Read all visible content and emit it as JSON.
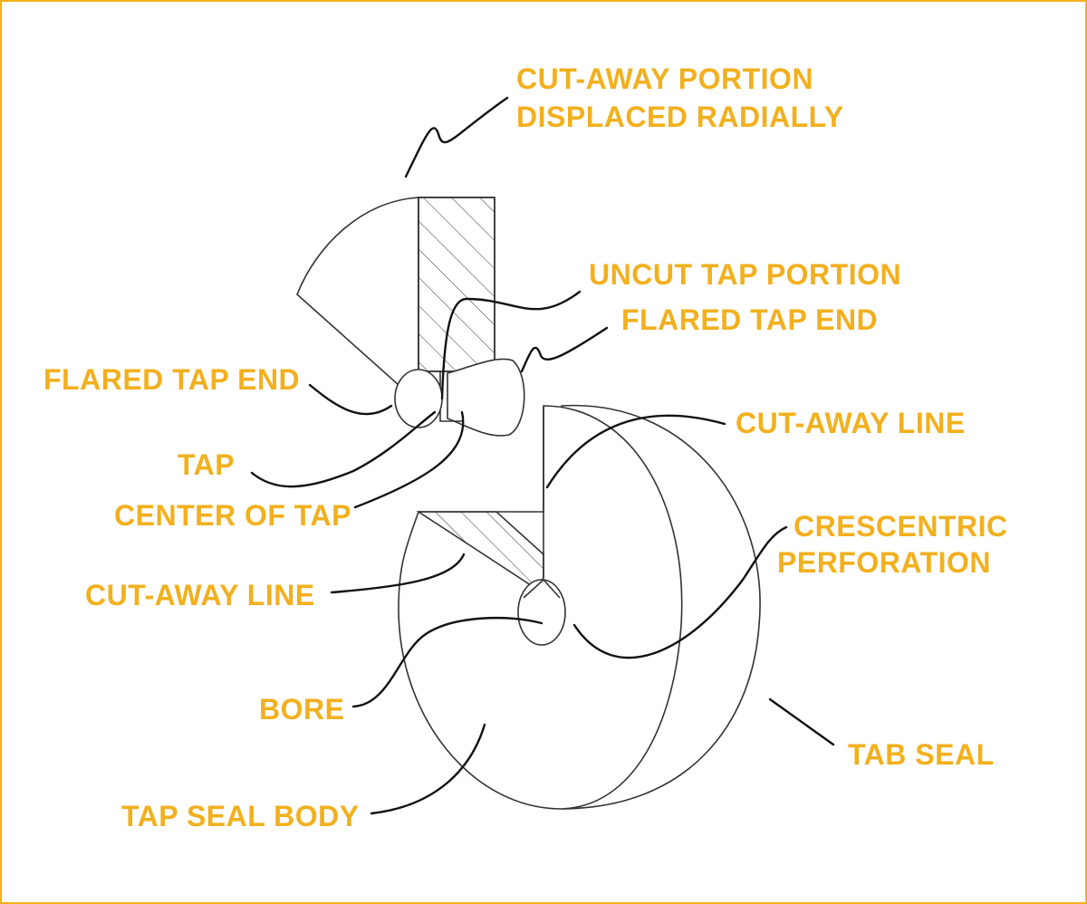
{
  "accent_color": "#f2b01e",
  "line_color": "#333333",
  "labels": {
    "cutaway_portion_line1": "CUT-AWAY PORTION",
    "cutaway_portion_line2": "DISPLACED RADIALLY",
    "uncut_tap_portion": "UNCUT TAP PORTION",
    "flared_tap_end_right": "FLARED TAP END",
    "flared_tap_end_left": "FLARED TAP END",
    "cutaway_line_upper": "CUT-AWAY LINE",
    "tap": "TAP",
    "center_of_tap": "CENTER OF TAP",
    "crescentric_line1": "CRESCENTRIC",
    "crescentric_line2": "PERFORATION",
    "cutaway_line_lower": "CUT-AWAY LINE",
    "bore": "BORE",
    "tab_seal": "TAB SEAL",
    "tap_seal_body": "TAP SEAL BODY"
  }
}
